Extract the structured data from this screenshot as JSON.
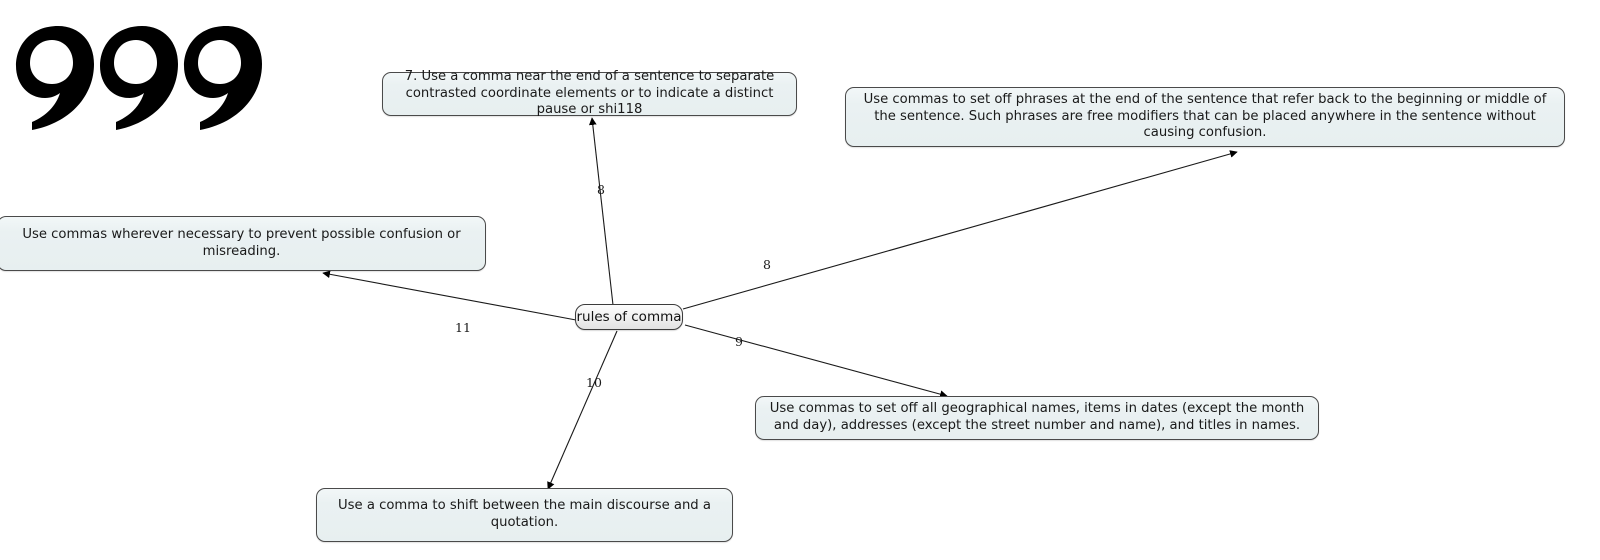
{
  "diagram": {
    "type": "mind-map",
    "logo": {
      "name": "triple-comma-logo",
      "glyph_count": 3,
      "color": "#000000"
    },
    "central_node": {
      "label": "rules of comma"
    },
    "node_fill": "#eaf1f2",
    "node_border": "#4a4a4a",
    "branches": [
      {
        "id": "branch-contrast",
        "edge_label": "8",
        "text": "7. Use a comma near the end of a sentence to separate contrasted coordinate elements or to indicate a distinct pause or shi118"
      },
      {
        "id": "branch-free-modifiers",
        "edge_label": "8",
        "text": "Use commas to set off phrases at the end of the sentence that refer back to the beginning or middle of the sentence. Such phrases are free modifiers that can be placed anywhere in the sentence without causing confusion."
      },
      {
        "id": "branch-confusion",
        "edge_label": "11",
        "text": "Use commas wherever necessary to prevent possible confusion or misreading."
      },
      {
        "id": "branch-geographical",
        "edge_label": "9",
        "text": "Use commas to set off all geographical names, items in dates (except the month and day), addresses (except the street number and name), and titles in names."
      },
      {
        "id": "branch-quotation",
        "edge_label": "10",
        "text": "Use a comma to shift between the main discourse and a quotation."
      }
    ]
  }
}
